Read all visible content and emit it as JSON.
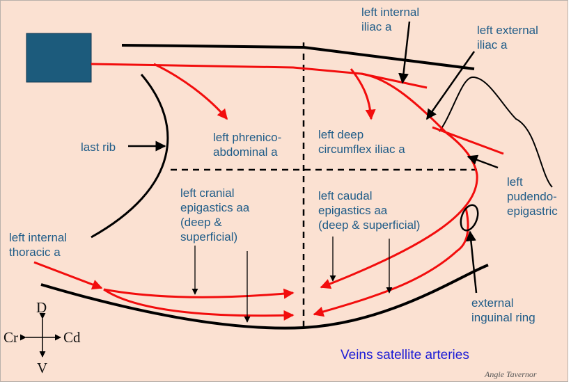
{
  "title": "Veins satellite arteries",
  "credit": "Angie Tavernor",
  "labels": {
    "internal_iliac": [
      "left internal",
      "iliac a"
    ],
    "external_iliac": [
      "left external",
      "iliac a"
    ],
    "last_rib": "last rib",
    "phrenico": [
      "left phrenico-",
      "abdominal a"
    ],
    "circumflex": [
      "left deep",
      "circumflex iliac a"
    ],
    "pudendo": [
      "left",
      "pudendo-",
      "epigastric"
    ],
    "cranial_epig": [
      "left cranial",
      "epigastics aa",
      "(deep &",
      "superficial)"
    ],
    "caudal_epig": [
      "left caudal",
      "epigastics aa",
      "(deep & superficial)"
    ],
    "int_thoracic": [
      "left internal",
      "thoracic a"
    ],
    "inguinal_ring": [
      "external",
      "inguinal ring"
    ]
  },
  "orientation": {
    "up": "D",
    "down": "V",
    "left": "Cr",
    "right": "Cd"
  },
  "colors": {
    "artery": "#f20d0d",
    "label": "#1f5c88",
    "box": "#1c5b7c",
    "background": "#fbe1d2"
  }
}
